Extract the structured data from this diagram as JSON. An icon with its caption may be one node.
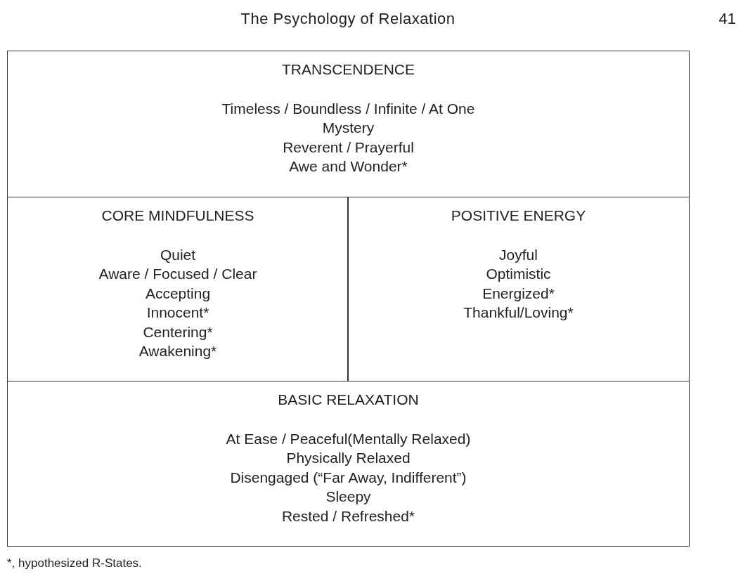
{
  "diagram": {
    "title": "The Psychology of Relaxation",
    "caption": "*, hypothesized R-States.",
    "nodes": [
      {
        "text": [
          "TRANSCENDENCE",
          "Timeless / Boundless / Infinite / At One",
          "Mystery",
          "Reverent / Prayerful",
          "Awe and Wonder*"
        ]
      },
      {
        "text": [
          "CORE MINDFULNESS",
          "Quiet",
          "Aware / Focused / Clear",
          "Accepting",
          "Innocent*",
          "Centering*",
          "Awakening*"
        ]
      },
      {
        "text": [
          "POSITIVE ENERGY",
          "Joyful",
          "Optimistic",
          "Energized*",
          "Thankful/Loving*"
        ]
      },
      {
        "text": [
          "BASIC RELAXATION",
          "At Ease / Peaceful(Mentally Relaxed)",
          "Physically Relaxed",
          "Disengaged (“Far Away, Indifferent”)",
          "Sleepy",
          "Rested / Refreshed*"
        ]
      }
    ],
    "labels": [
      "41"
    ]
  }
}
